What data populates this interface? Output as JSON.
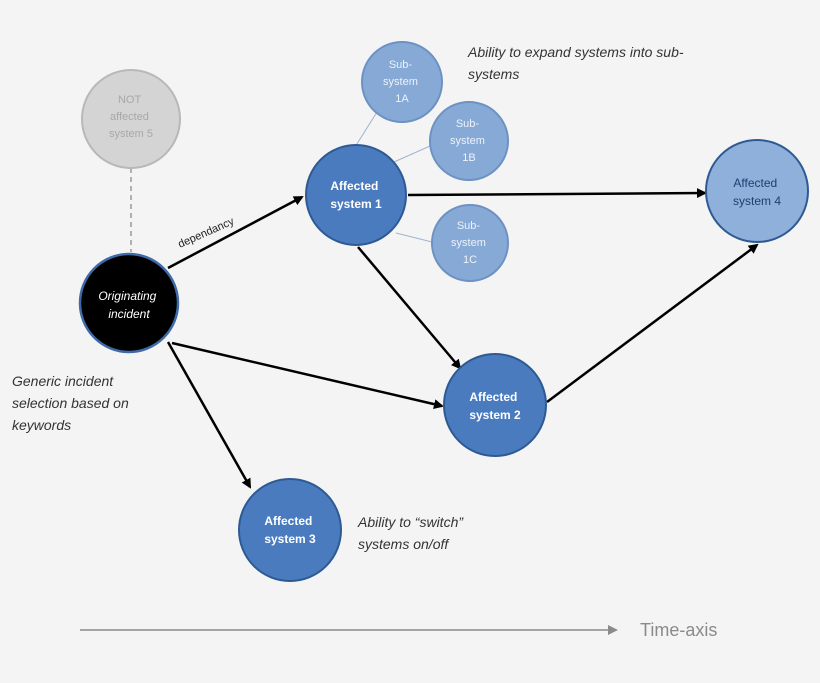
{
  "nodes": {
    "not_affected_5": {
      "lines": [
        "NOT",
        "affected",
        "system 5"
      ]
    },
    "originating": {
      "lines": [
        "Originating",
        "incident"
      ]
    },
    "affected_1": {
      "lines": [
        "Affected",
        "system 1"
      ]
    },
    "affected_2": {
      "lines": [
        "Affected",
        "system 2"
      ]
    },
    "affected_3": {
      "lines": [
        "Affected",
        "system 3"
      ]
    },
    "affected_4": {
      "lines": [
        "Affected",
        "system 4"
      ]
    },
    "sub_1a": {
      "lines": [
        "Sub-",
        "system",
        "1A"
      ]
    },
    "sub_1b": {
      "lines": [
        "Sub-",
        "system",
        "1B"
      ]
    },
    "sub_1c": {
      "lines": [
        "Sub-",
        "system",
        "1C"
      ]
    }
  },
  "edge_label": "dependancy",
  "annotations": {
    "expand": [
      "Ability to expand systems into sub-",
      "systems"
    ],
    "generic": [
      "Generic incident",
      "selection based on",
      "keywords"
    ],
    "switch": [
      "Ability to “switch”",
      "systems on/off"
    ]
  },
  "time_axis_label": "Time-axis",
  "colors": {
    "background": "#f4f4f4",
    "affected_fill": "#4a7bbf",
    "affected_stroke": "#2e5a94",
    "light_fill": "#8eb0da",
    "sub_fill": "#86a9d6",
    "sub_stroke": "#6d91c2",
    "origin_fill": "#000000",
    "origin_stroke": "#3e6aa8",
    "grey_fill": "#d4d4d4",
    "grey_stroke": "#b8b8b8"
  }
}
